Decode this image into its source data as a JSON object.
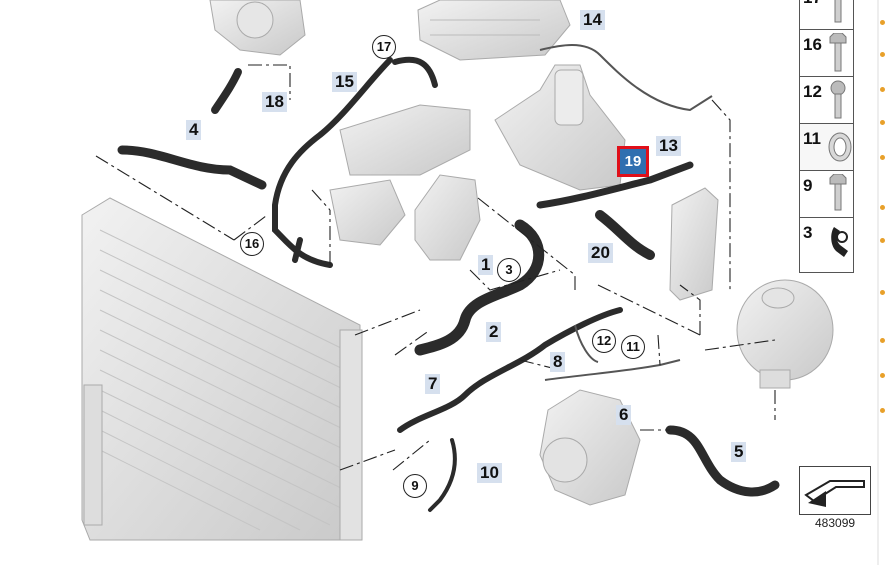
{
  "diagram": {
    "callouts": [
      {
        "id": "c1",
        "text": "1"
      },
      {
        "id": "c2",
        "text": "2"
      },
      {
        "id": "c4",
        "text": "4"
      },
      {
        "id": "c5",
        "text": "5"
      },
      {
        "id": "c6",
        "text": "6"
      },
      {
        "id": "c7",
        "text": "7"
      },
      {
        "id": "c8",
        "text": "8"
      },
      {
        "id": "c10",
        "text": "10"
      },
      {
        "id": "c13",
        "text": "13"
      },
      {
        "id": "c14",
        "text": "14"
      },
      {
        "id": "c15",
        "text": "15"
      },
      {
        "id": "c18",
        "text": "18"
      },
      {
        "id": "c20",
        "text": "20"
      }
    ],
    "circled_callouts": [
      {
        "id": "cc3",
        "text": "3"
      },
      {
        "id": "cc9",
        "text": "9"
      },
      {
        "id": "cc11",
        "text": "11"
      },
      {
        "id": "cc12",
        "text": "12"
      },
      {
        "id": "cc16",
        "text": "16"
      },
      {
        "id": "cc17",
        "text": "17"
      }
    ],
    "highlighted_callout": {
      "text": "19",
      "border_color": "#e0101a",
      "fill_color": "#2f6fb0"
    },
    "reference_number": "483099"
  },
  "sidebar": {
    "items": [
      {
        "label": "17",
        "icon": "bolt-icon"
      },
      {
        "label": "16",
        "icon": "hex-bolt-icon"
      },
      {
        "label": "12",
        "icon": "bolt-icon"
      },
      {
        "label": "11",
        "icon": "hose-clamp-icon"
      },
      {
        "label": "9",
        "icon": "hex-bolt-icon"
      },
      {
        "label": "3",
        "icon": "clip-icon"
      }
    ]
  },
  "colors": {
    "accent_dot": "#e8a02a",
    "callout_bg": "#d6e0ee"
  }
}
